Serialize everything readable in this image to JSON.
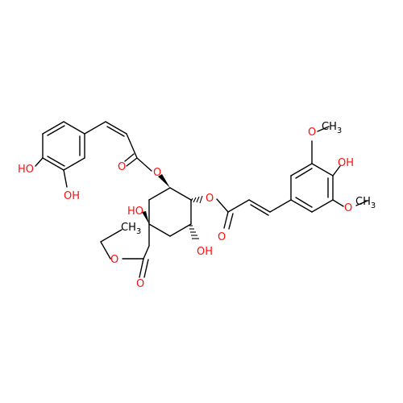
{
  "molecule": {
    "colors": {
      "oxygen": "#ff0d0d",
      "carbon": "#000000",
      "background": "#ffffff"
    },
    "atoms": {
      "ho_left_top": "HO",
      "oh_left_bottom": "OH",
      "o_ester_carbonyl_left": "O",
      "o_ester_bridge_left": "O",
      "o_ester_bridge_right": "O",
      "o_ester_carbonyl_right": "O",
      "ho_quaternary": "HO",
      "ch3_ethyl": "CH3",
      "o_ethyl_ester": "O",
      "o_carboxyl_carbonyl": "O",
      "oh_ring": "OH",
      "och3_top": "O",
      "ch3_top": "CH3",
      "oh_syringyl": "OH",
      "och3_bottom": "O",
      "ch3_bottom": "CH3"
    }
  }
}
